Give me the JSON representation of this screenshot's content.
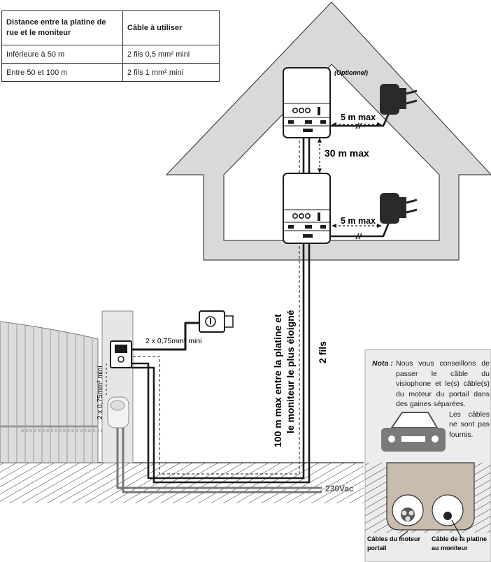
{
  "table": {
    "headers": [
      "Distance entre la platine de rue et le moniteur",
      "Câble à utiliser"
    ],
    "rows": [
      [
        "Inférieure à 50 m",
        "2 fils 0,5 mm² mini"
      ],
      [
        "Entre 50 et 100 m",
        "2 fils 1 mm² mini"
      ]
    ]
  },
  "labels": {
    "optional": "(Optionnel)",
    "five_m_max_top": "5 m max",
    "thirty_m_max": "30 m max",
    "five_m_max_bottom": "5 m max",
    "lock_cable": "2 x 0,75mm² mini",
    "motor_cable": "2 x 0,75mm² mini",
    "distance_line1": "100 m max entre la platine et",
    "distance_line2": "le moniteur le plus éloigné",
    "two_wires": "2 fils",
    "mains": "230Vac"
  },
  "nota": {
    "label": "Nota :",
    "text": "Nous vous conseillons de passer le câble du visiophone et le(s) câble(s) du moteur du portail dans des gaines séparées.",
    "text2": "Les câbles ne sont pas fournis."
  },
  "conduits": {
    "left_caption_line1": "Câbles du moteur",
    "left_caption_line2": "portail",
    "right_caption_line1": "Câble de la platine",
    "right_caption_line2": "au moniteur"
  },
  "colors": {
    "ink": "#1a1a1a",
    "soil": "#c8bcae",
    "panel": "#ececec",
    "grey": "#7a7a7a"
  }
}
